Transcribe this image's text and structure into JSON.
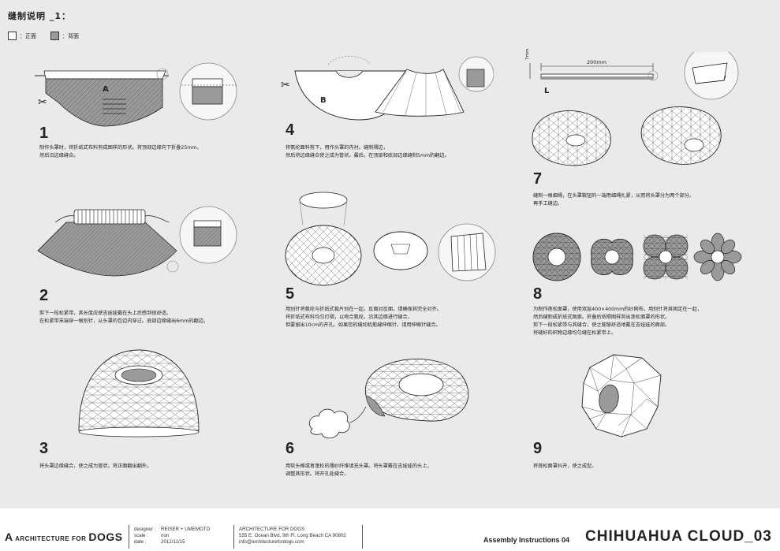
{
  "page": {
    "title": "缝制说明 _1：",
    "legend": {
      "front": "：正面",
      "back": "：背面"
    }
  },
  "steps": [
    {
      "num": "1",
      "lines": [
        "制作头罩时，将折纸式布料剪成图样的形状。将顶部边缘向下折叠25mm，",
        "然后沿边缘缝合。"
      ]
    },
    {
      "num": "2",
      "lines": [
        "剪下一段松紧带，其长度应使吉娃娃戴在头上后感到很舒适。",
        "在松紧带末端穿一根别针，从头罩的包边内穿过。底部边缘缝出6mm的翻边。"
      ]
    },
    {
      "num": "3",
      "lines": [
        "将头罩边缘缝合，使之成为管状。将正面翻出翻外。"
      ]
    },
    {
      "num": "4",
      "lines": [
        "将氨纶面料剪下，用作头罩的内衬。缝制褶边，",
        "然后将边缘缝合使之成为管状。最后，在顶部和底部边缘缝制5mm的翻边。"
      ]
    },
    {
      "num": "5",
      "lines": [
        "用别针将氨纶与折纸式裁片别在一起，反面对反面。请确保其完全对齐。",
        "将折纸式布料均匀打褶，以吻合氨纶。沿其边缘进行缝合，",
        "但要留出10cm的开孔。如果您的缝纫机能缝伸缩针，请用伸缩针缝合。"
      ]
    },
    {
      "num": "6",
      "lines": [
        "用软头棉或者蓬松的薄纱纤维填充头罩。将头罩戴在吉娃娃的头上，",
        "调整其形状。将开孔处缝合。"
      ]
    },
    {
      "num": "7",
      "lines": [
        "缝制一根细绳，在头罩鞍钮的一端用细绳扎紧，从而将头罩分为两个部分。",
        "再手工缝边。"
      ]
    },
    {
      "num": "8",
      "lines": [
        "为制作莲松面罩，使用双层400×400mm的纱网布。用别针将其固定在一起，",
        "然后缝制成折纸式图案。折叠后依照图样剪出莲松面罩的形状。",
        "剪下一段松紧带与其缝合，使之能够舒适地戴在吉娃娃的面部。",
        "将缝好的织物边缘均匀缝在松紧带上。"
      ]
    },
    {
      "num": "9",
      "lines": [
        "将莲松面罩抖开，使之成型。"
      ]
    }
  ],
  "figure_labels": {
    "step1_piece": "A",
    "step4_piece": "B",
    "step7_length": "200mm",
    "step7_height": "7mm",
    "step7_piece": "L"
  },
  "footer": {
    "brand_mark": "A",
    "brand_small": "ARCHITECTURE FOR",
    "brand_big": "DOGS",
    "designer_label": "designer :",
    "designer": "REISER + UMEMOTO",
    "scale_label": "scale :",
    "scale": "non",
    "date_label": "date :",
    "date": "2012/11/15",
    "org": "ARCHITECTURE FOR DOGS",
    "address": "555 E. Ocean Blvd, 9th Fl. Long Beach CA 90802",
    "email": "info@architecturefordogs.com",
    "assembly": "Assembly Instructions 04",
    "product": "CHIHUAHUA CLOUD_03"
  },
  "colors": {
    "board": "#e9eaea",
    "back_fabric": "#9a9a9a",
    "line": "#222222"
  }
}
